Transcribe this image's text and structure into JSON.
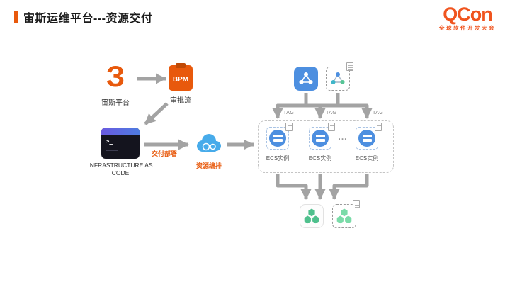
{
  "header": {
    "title": "宙斯运维平台---资源交付"
  },
  "brand": {
    "name": "QCon",
    "subtitle": "全球软件开发大会"
  },
  "colors": {
    "accent": "#E8590C",
    "arrow": "#A3A3A3",
    "node_blue": "#4D8FE0",
    "cloud_blue": "#47ABEA",
    "cluster_green": "#4FC08D"
  },
  "nodes": {
    "zeus": {
      "glyph": "З",
      "label": "宙斯平台"
    },
    "bpm": {
      "text": "BPM",
      "label": "审批流"
    },
    "terminal": {
      "prompt": ">_",
      "label_line1": "INFRASTRUCTURE AS",
      "label_line2": "CODE"
    },
    "delivery": {
      "label": "交付部署"
    },
    "orchestration": {
      "label": "资源编排"
    },
    "tags": [
      "TAG",
      "TAG",
      "TAG"
    ],
    "ecs": {
      "labels": [
        "ECS实例",
        "ECS实例",
        "ECS实例"
      ],
      "ellipsis": "..."
    }
  }
}
